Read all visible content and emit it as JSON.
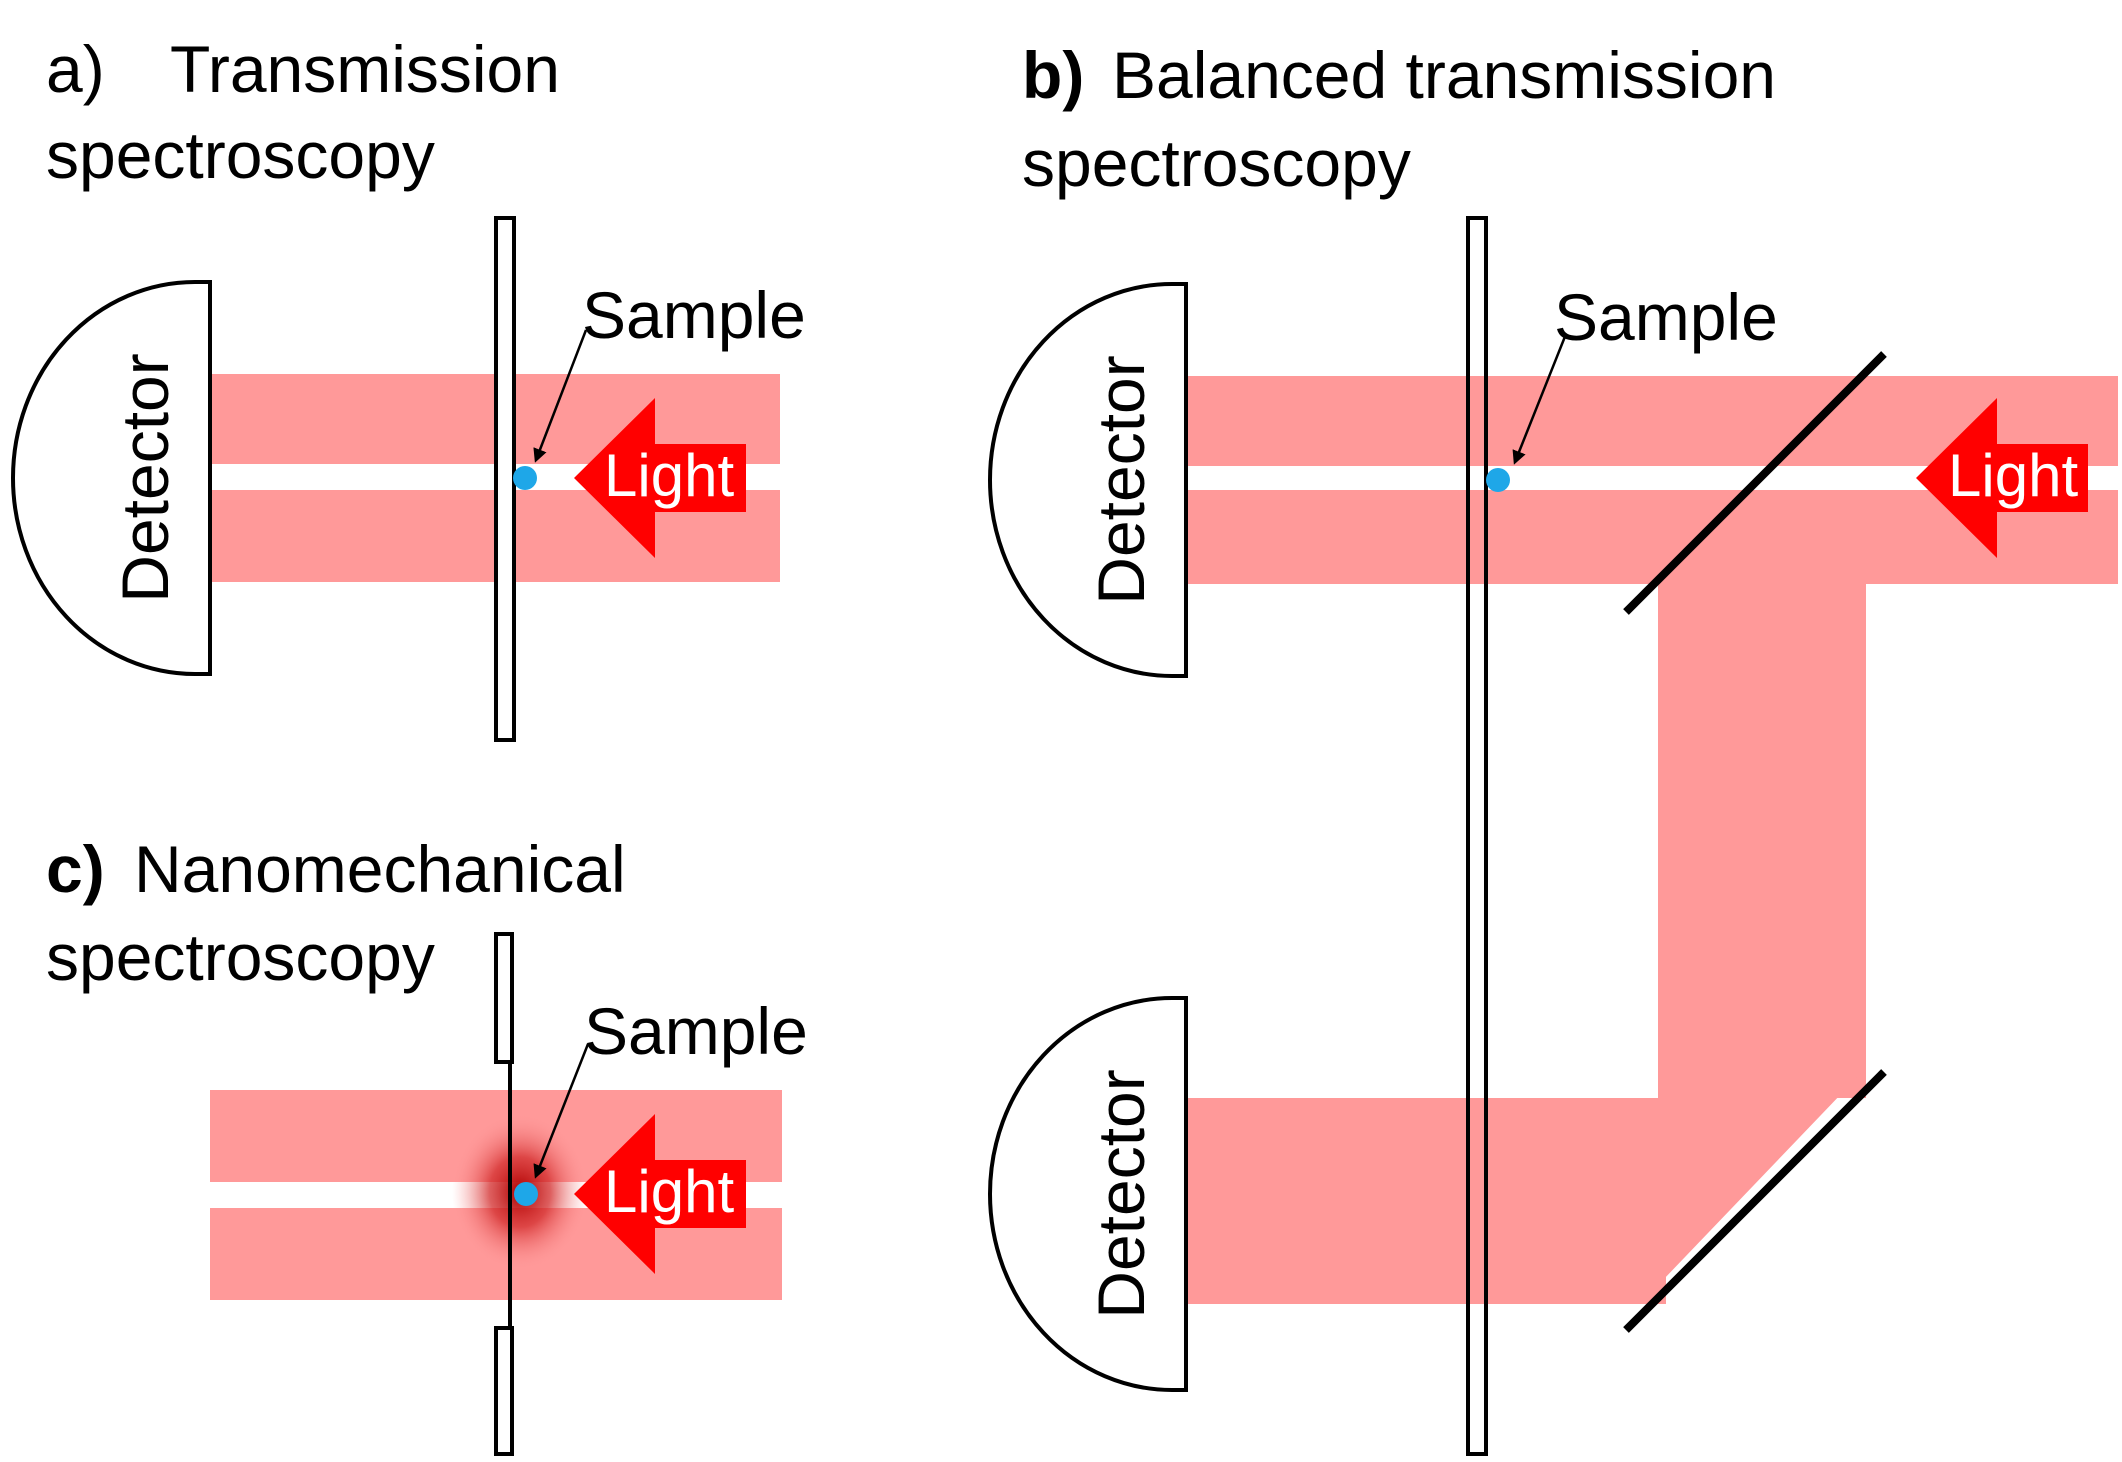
{
  "panel_a": {
    "letter": "a)",
    "title_line1": "Transmission",
    "title_line2": "spectroscopy",
    "detector_label": "Detector",
    "sample_label": "Sample",
    "light_label": "Light"
  },
  "panel_b": {
    "letter": "b)",
    "title_line1": "Balanced transmission",
    "title_line2": "spectroscopy",
    "detector_top_label": "Detector",
    "detector_bottom_label": "Detector",
    "sample_label": "Sample",
    "light_label": "Light"
  },
  "panel_c": {
    "letter": "c)",
    "title_line1": "Nanomechanical",
    "title_line2": "spectroscopy",
    "sample_label": "Sample",
    "light_label": "Light"
  },
  "colors": {
    "beam": "#ff9999",
    "arrow": "#ff0000",
    "sample_dot": "#1ea7e8",
    "heat_glow": "#cc0000"
  }
}
